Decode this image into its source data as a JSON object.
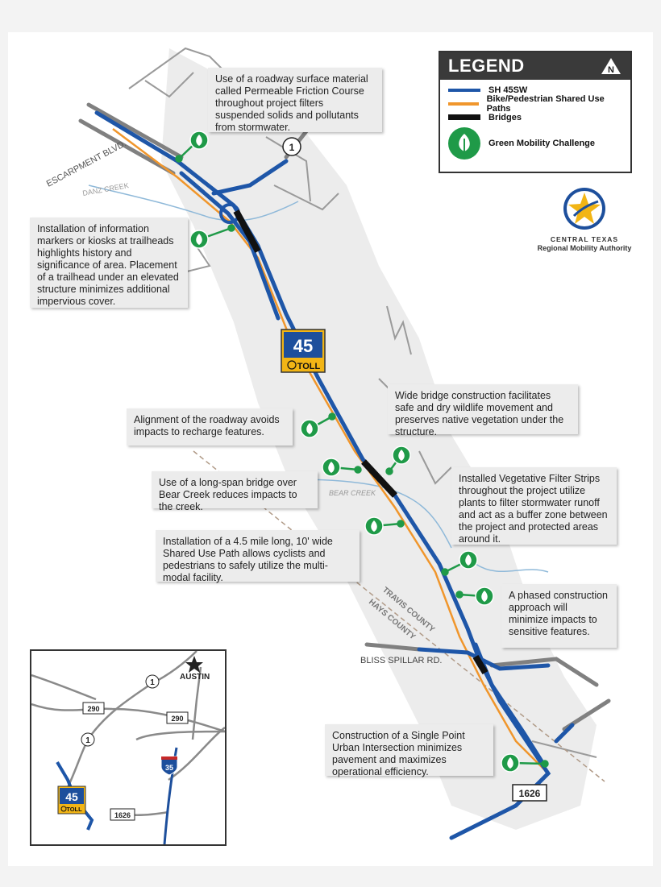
{
  "legend": {
    "title": "LEGEND",
    "north_label": "N",
    "items": [
      {
        "label": "SH 45SW",
        "color": "#1e56a8"
      },
      {
        "label": "Bike/Pedestrian Shared Use Paths",
        "color": "#f0962c"
      },
      {
        "label": "Bridges",
        "color": "#111111"
      },
      {
        "label": "Green Mobility Challenge",
        "color": "#1f9a48",
        "icon": "leaf-icon"
      }
    ]
  },
  "logo": {
    "line1": "CENTRAL TEXAS",
    "line2": "Regional Mobility Authority",
    "icon": "star-logo-icon"
  },
  "callouts": {
    "pfc": "Use of a roadway surface material called Permeable Friction Course throughout project filters suspended solids and pollutants from stormwater.",
    "markers": "Installation of information markers or kiosks at trailheads highlights history and significance of area. Placement of a trailhead under an elevated structure minimizes additional impervious cover.",
    "bridge_wildlife": "Wide bridge construction facilitates safe and dry wildlife movement and preserves native vegetation under the structure.",
    "alignment": "Alignment of the roadway avoids impacts to recharge features.",
    "long_span": "Use of a long-span bridge over Bear Creek reduces impacts to the creek.",
    "filter_strips": "Installed Vegetative Filter Strips throughout the project utilize plants to filter stormwater runoff and act as a buffer zone between the project and protected areas around it.",
    "shared_path": "Installation of a 4.5 mile long, 10' wide Shared Use Path allows cyclists and pedestrians to safely utilize the multi-modal facility.",
    "phased": "A phased construction approach will minimize impacts to sensitive features.",
    "spui": "Construction of a Single Point Urban Intersection minimizes pavement and maximizes operational efficiency."
  },
  "map_labels": {
    "escarpment": "ESCARPMENT BLVD.",
    "danz_creek": "DANZ CREEK",
    "bear_creek": "BEAR CREEK",
    "travis_county": "TRAVIS COUNTY",
    "hays_county": "HAYS COUNTY",
    "bliss_spillar": "BLISS SPILLAR RD.",
    "route_1": "1",
    "route_1626": "1626"
  },
  "shield": {
    "number": "45",
    "toll": "TOLL"
  },
  "inset": {
    "city": "AUSTIN",
    "route_1a": "1",
    "route_1b": "1",
    "route_290a": "290",
    "route_290b": "290",
    "route_35": "35",
    "route_1626": "1626",
    "shield_number": "45",
    "shield_toll": "TOLL"
  }
}
